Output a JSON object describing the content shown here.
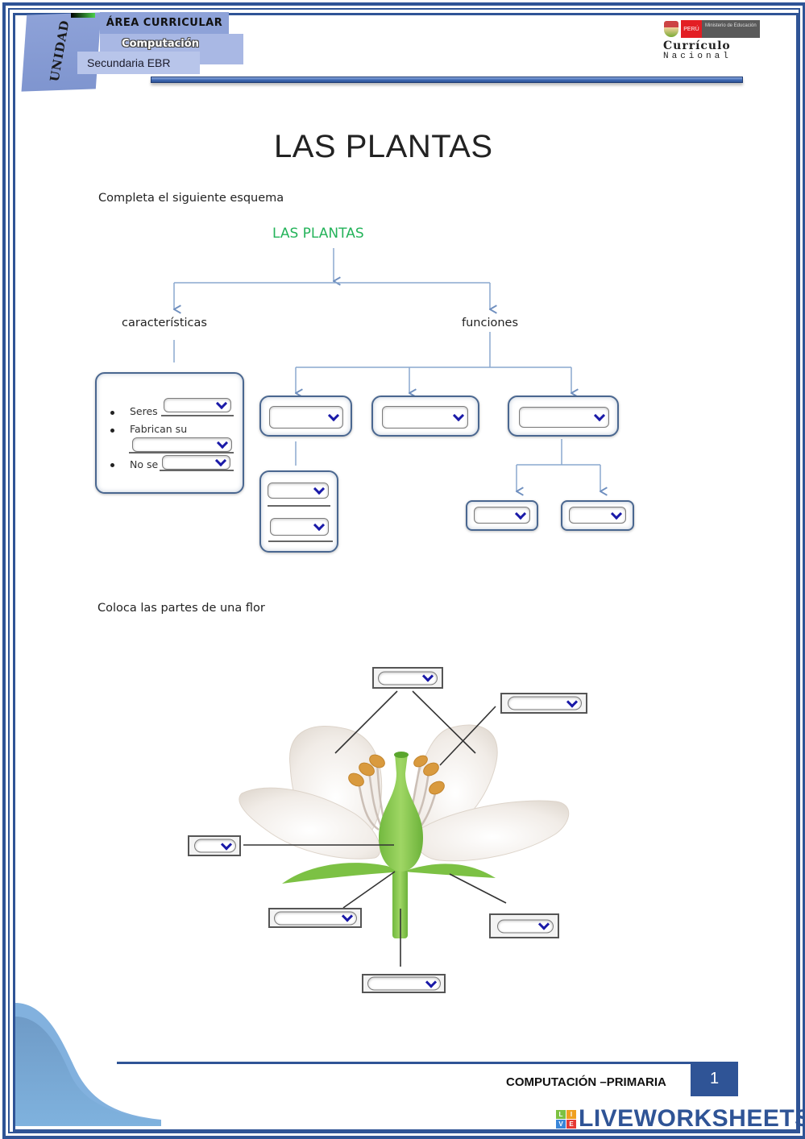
{
  "header": {
    "unidad": "UNIDAD",
    "area_curricular": "ÁREA CURRICULAR",
    "course": "Computación",
    "level": "Secundaria EBR",
    "logo": {
      "country": "PERÚ",
      "ministry": "Ministerio de Educación",
      "line1": "Currículo",
      "line2": "Nacional"
    }
  },
  "title": "LAS PLANTAS",
  "section1": {
    "instruction": "Completa el siguiente esquema",
    "root": "LAS PLANTAS",
    "left_branch": "características",
    "right_branch": "funciones",
    "characteristics": [
      {
        "prefix": "Seres",
        "value": ""
      },
      {
        "prefix": "Fabrican su",
        "value": ""
      },
      {
        "prefix": "No se",
        "value": ""
      }
    ],
    "functions": [
      {
        "value": "",
        "children": [
          {
            "value": ""
          },
          {
            "value": ""
          }
        ]
      },
      {
        "value": "",
        "children": []
      },
      {
        "value": "",
        "children": [
          {
            "value": ""
          },
          {
            "value": ""
          }
        ]
      }
    ]
  },
  "section2": {
    "instruction": "Coloca las partes de una flor",
    "labels": [
      {
        "part": "petals",
        "value": ""
      },
      {
        "part": "stamen",
        "value": ""
      },
      {
        "part": "ovary",
        "value": ""
      },
      {
        "part": "receptacle",
        "value": ""
      },
      {
        "part": "sepal",
        "value": ""
      },
      {
        "part": "stem",
        "value": ""
      }
    ]
  },
  "footer": {
    "text": "COMPUTACIÓN –PRIMARIA",
    "page_number": "1",
    "brand": "LIVEWORKSHEETS",
    "brand_grid": [
      "L",
      "I",
      "V",
      "E"
    ]
  },
  "colors": {
    "border": "#2f5496",
    "node_title": "#24b35a",
    "connector": "#7a9cc6",
    "chevron": "#1a1aa8"
  }
}
